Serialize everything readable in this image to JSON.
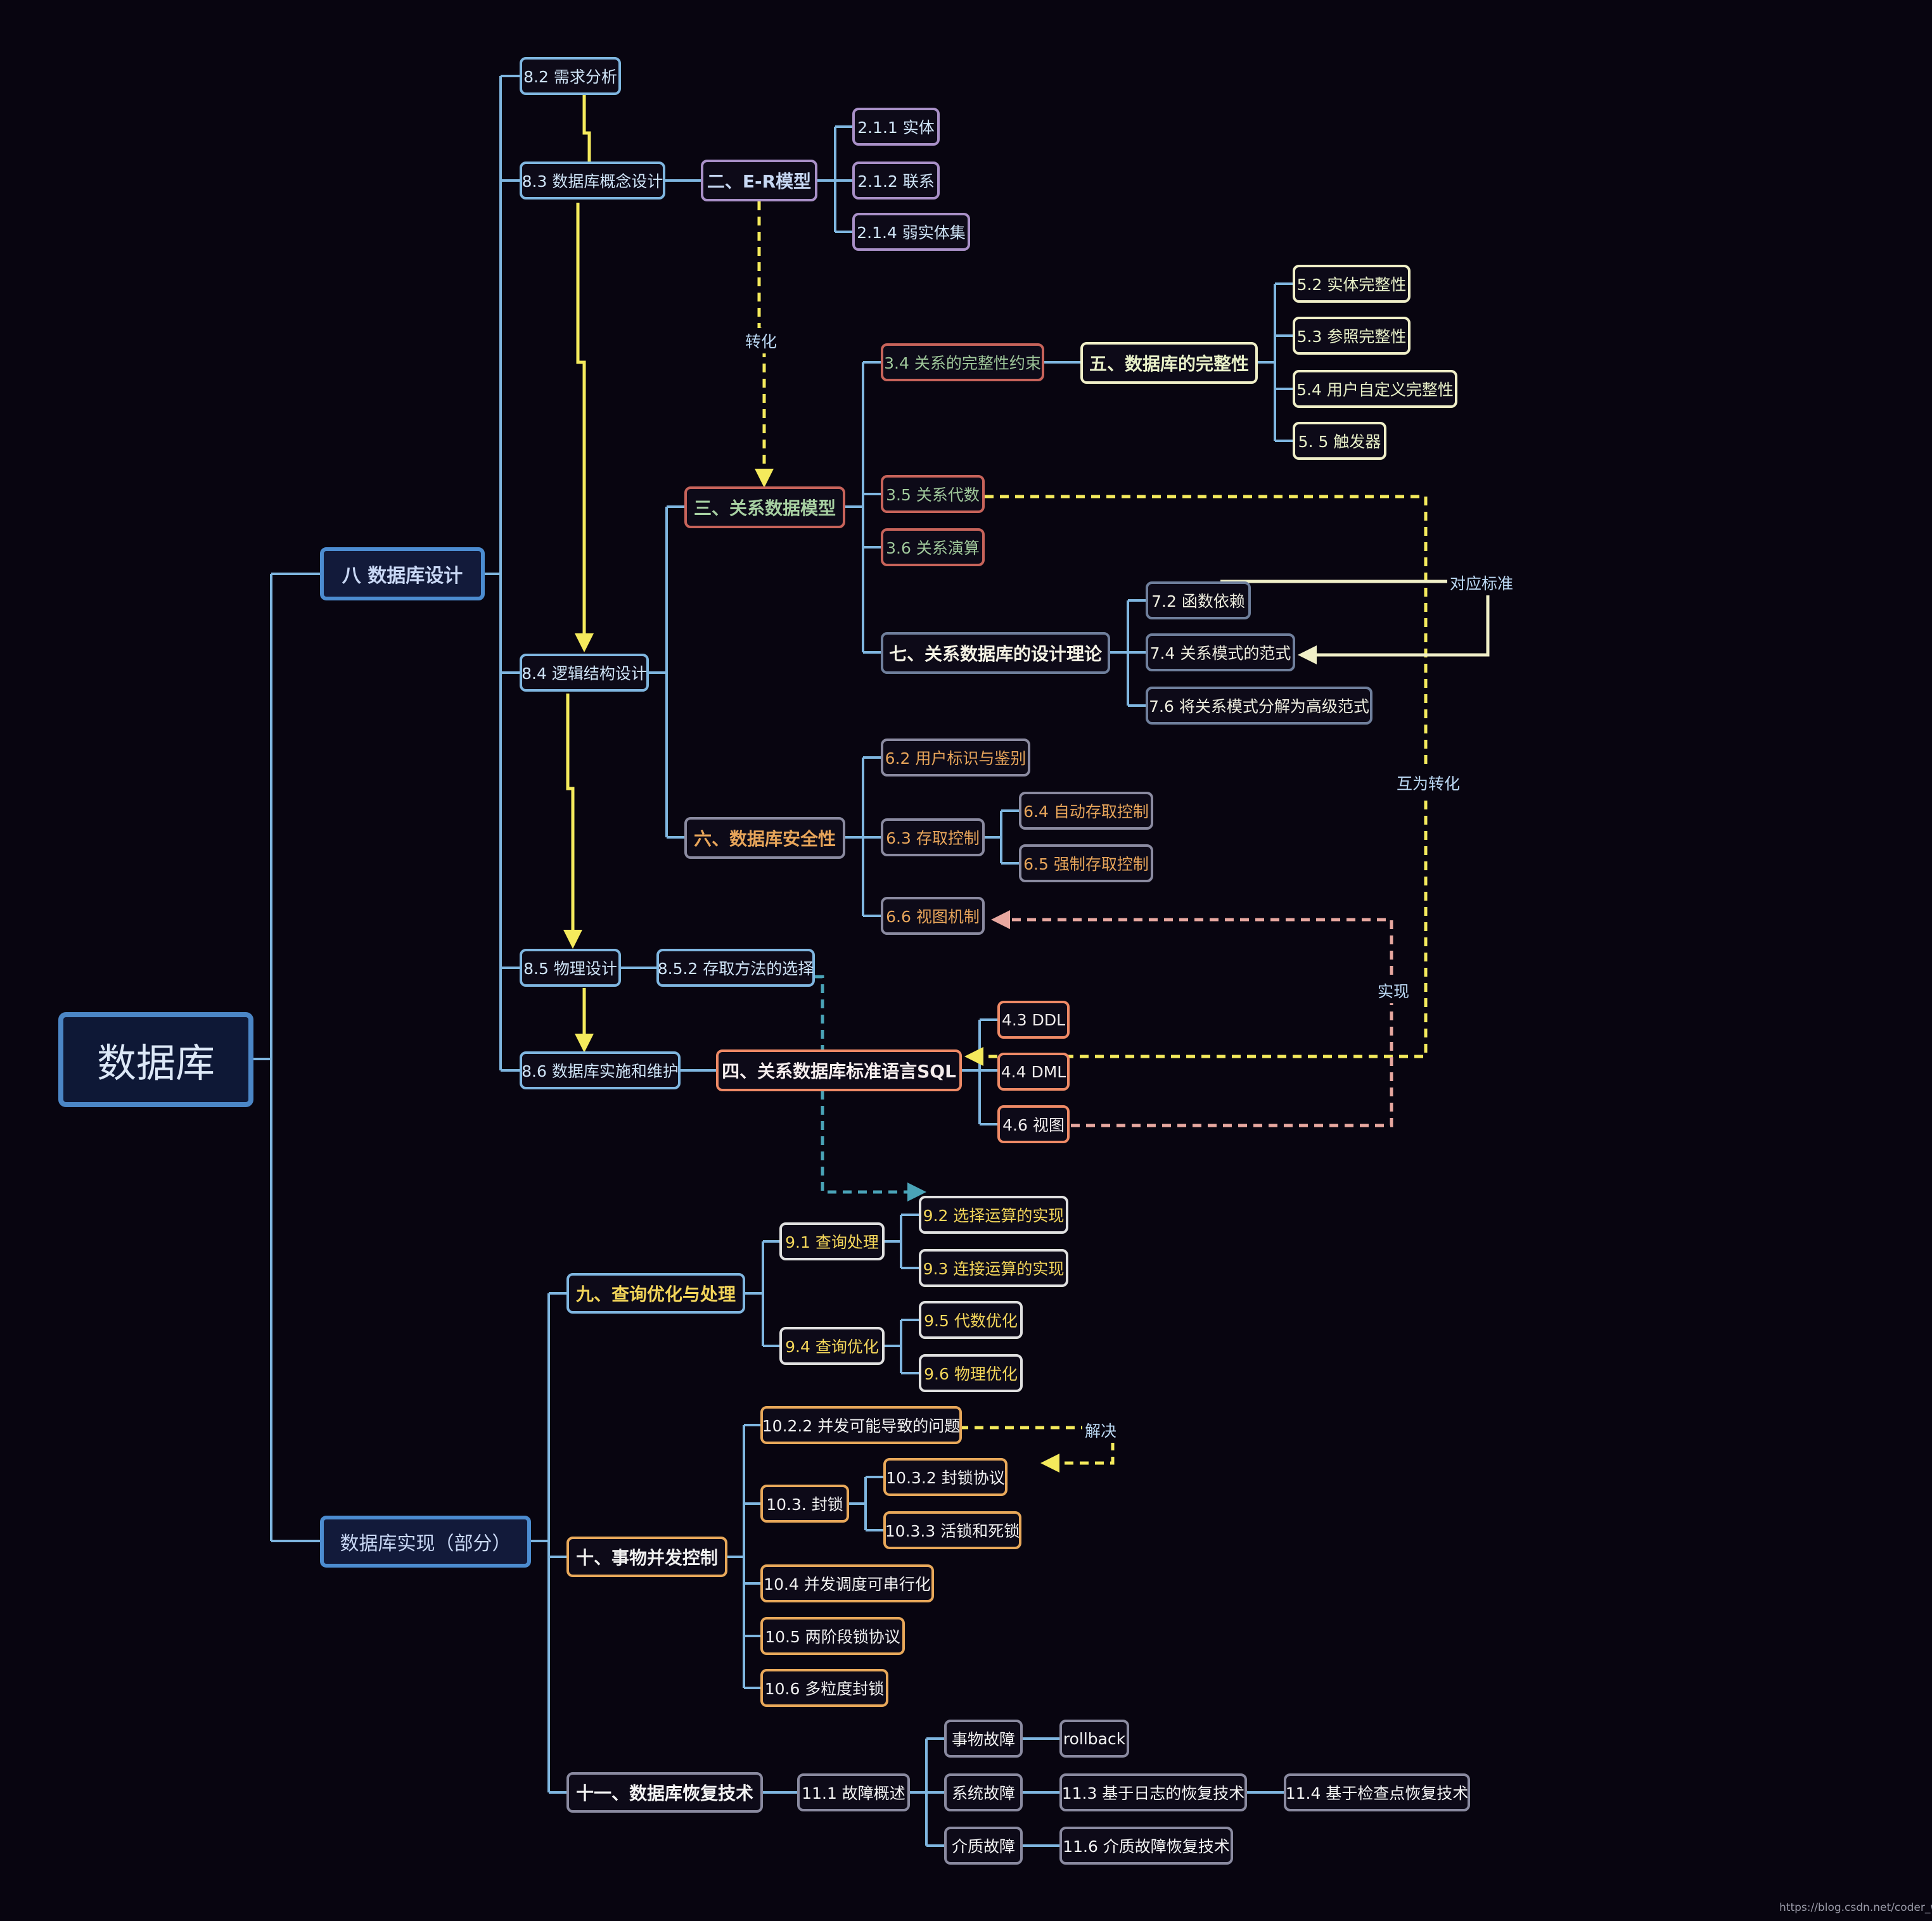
{
  "colors": {
    "blue": "#7fb6e0",
    "lavender": "#a990c8",
    "red": "#c7635a",
    "cream": "#f0efc8",
    "tan": "#d08c58",
    "slate": "#6f7f9c",
    "salmon": "#ef8a66",
    "yellow": "#f4e05a",
    "orange": "#e8a85a",
    "grey": "#8a8aa0",
    "arrow": "#f4ea5c",
    "teal": "#4aa4b8",
    "pink": "#e8a8a0"
  },
  "root": "数据库",
  "design": {
    "title": "八 数据库设计",
    "n1": "8.2 需求分析",
    "n2": "8.3 数据库概念设计",
    "n3": "8.4 逻辑结构设计",
    "n4": "8.5 物理设计",
    "n5": "8.6 数据库实施和维护",
    "n6": "8.5.2 存取方法的选择"
  },
  "er": {
    "title": "二、E-R模型",
    "c1": "2.1.1 实体",
    "c2": "2.1.2 联系",
    "c3": "2.1.4 弱实体集"
  },
  "rel": {
    "title": "三、关系数据模型",
    "c1": "3.4 关系的完整性约束",
    "c2": "3.5 关系代数",
    "c3": "3.6 关系演算"
  },
  "integrity": {
    "title": "五、数据库的完整性",
    "c1": "5.2 实体完整性",
    "c2": "5.3 参照完整性",
    "c3": "5.4 用户自定义完整性",
    "c4": "5. 5 触发器"
  },
  "theory": {
    "title": "七、关系数据库的设计理论",
    "c1": "7.2 函数依赖",
    "c2": "7.4 关系模式的范式",
    "c3": "7.6 将关系模式分解为高级范式"
  },
  "security": {
    "title": "六、数据库安全性",
    "c1": "6.2 用户标识与鉴别",
    "c2": "6.3 存取控制",
    "c3": "6.6 视图机制",
    "c4": "6.4 自动存取控制",
    "c5": "6.5 强制存取控制"
  },
  "sql": {
    "title": "四、关系数据库标准语言SQL",
    "c1": "4.3 DDL",
    "c2": "4.4 DML",
    "c3": "4.6 视图"
  },
  "impl": {
    "title": "数据库实现（部分）"
  },
  "query": {
    "title": "九、查询优化与处理",
    "c1": "9.1 查询处理",
    "c2": "9.4 查询优化",
    "c3": "9.2 选择运算的实现",
    "c4": "9.3 连接运算的实现",
    "c5": "9.5 代数优化",
    "c6": "9.6 物理优化"
  },
  "conc": {
    "title": "十、事物并发控制",
    "c1": "10.2.2 并发可能导致的问题",
    "c2": "10.3. 封锁",
    "c3": "10.3.2 封锁协议",
    "c4": "10.3.3 活锁和死锁",
    "c5": "10.4 并发调度可串行化",
    "c6": "10.5 两阶段锁协议",
    "c7": "10.6 多粒度封锁"
  },
  "recovery": {
    "title": "十一、数据库恢复技术",
    "c1": "11.1 故障概述",
    "c2": "事物故障",
    "c3": "系统故障",
    "c4": "介质故障",
    "c5": "rollback",
    "c6": "11.3 基于日志的恢复技术",
    "c7": "11.4 基于检查点恢复技术",
    "c8": "11.6 介质故障恢复技术"
  },
  "labels": {
    "zh": "转化",
    "dy": "对应标准",
    "hw": "互为转化",
    "sx": "实现",
    "jj": "解决"
  },
  "watermark": "https://blog.csdn.net/coder_what"
}
